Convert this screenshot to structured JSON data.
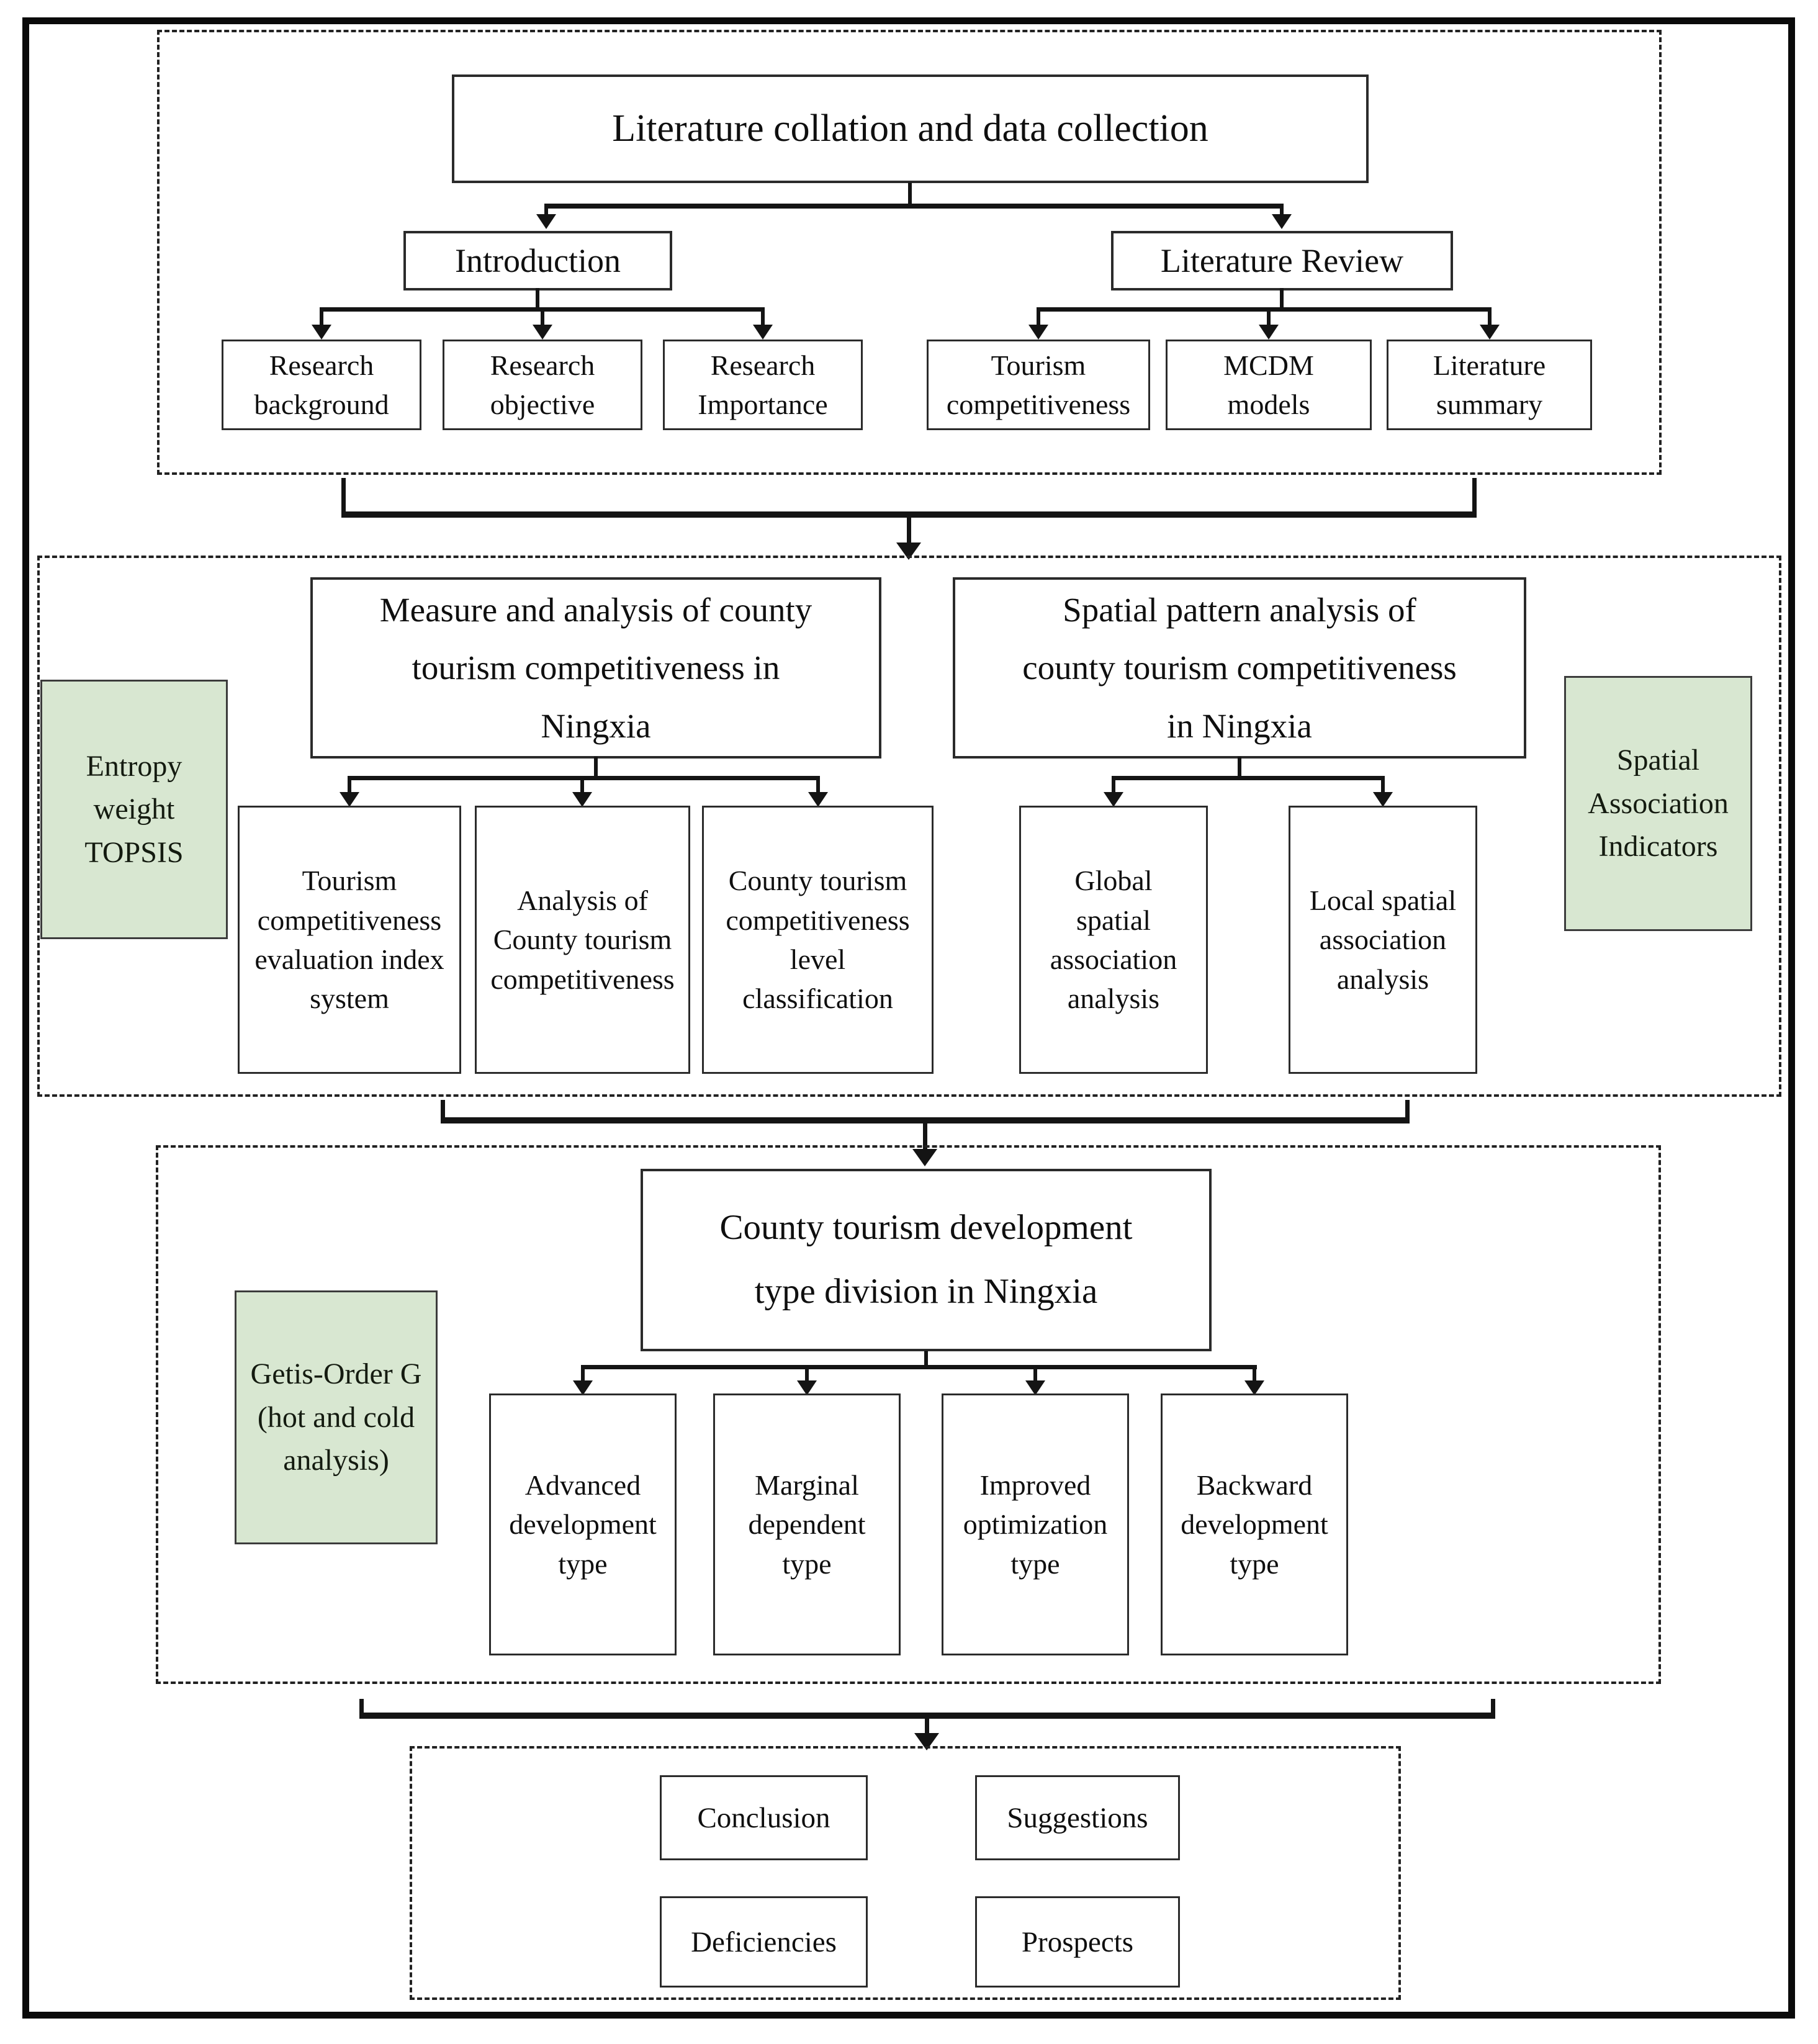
{
  "colors": {
    "green_fill": "#d8e7d1",
    "green_border": "#3c3c3c",
    "box_border": "#2b2b2b",
    "line": "#141414",
    "background": "#ffffff"
  },
  "s1": {
    "root": "Literature collation and data collection",
    "intro": "Introduction",
    "review": "Literature Review",
    "intro_items": [
      "Research\nbackground",
      "Research\nobjective",
      "Research\nImportance"
    ],
    "review_items": [
      "Tourism\ncompetitiveness",
      "MCDM\nmodels",
      "Literature\nsummary"
    ]
  },
  "s2": {
    "measure_title": "Measure and analysis of county\ntourism competitiveness in\nNingxia",
    "spatial_title": "Spatial pattern analysis of\ncounty tourism competitiveness\nin Ningxia",
    "entropy": "Entropy\nweight\nTOPSIS",
    "spatial_indicators": "Spatial\nAssociation\nIndicators",
    "measure_items": [
      "Tourism\ncompetitiveness\nevaluation index\nsystem",
      "Analysis of\nCounty tourism\ncompetitiveness",
      "County tourism\ncompetitiveness\nlevel\nclassification"
    ],
    "spatial_items": [
      "Global\nspatial\nassociation\nanalysis",
      "Local spatial\nassociation\nanalysis"
    ]
  },
  "s3": {
    "title": "County tourism development\ntype division in Ningxia",
    "getis": "Getis-Order G\n(hot and cold\nanalysis)",
    "types": [
      "Advanced\ndevelopment\ntype",
      "Marginal\ndependent\ntype",
      "Improved\noptimization\ntype",
      "Backward\ndevelopment\ntype"
    ]
  },
  "s4": {
    "items": [
      "Conclusion",
      "Suggestions",
      "Deficiencies",
      "Prospects"
    ]
  }
}
